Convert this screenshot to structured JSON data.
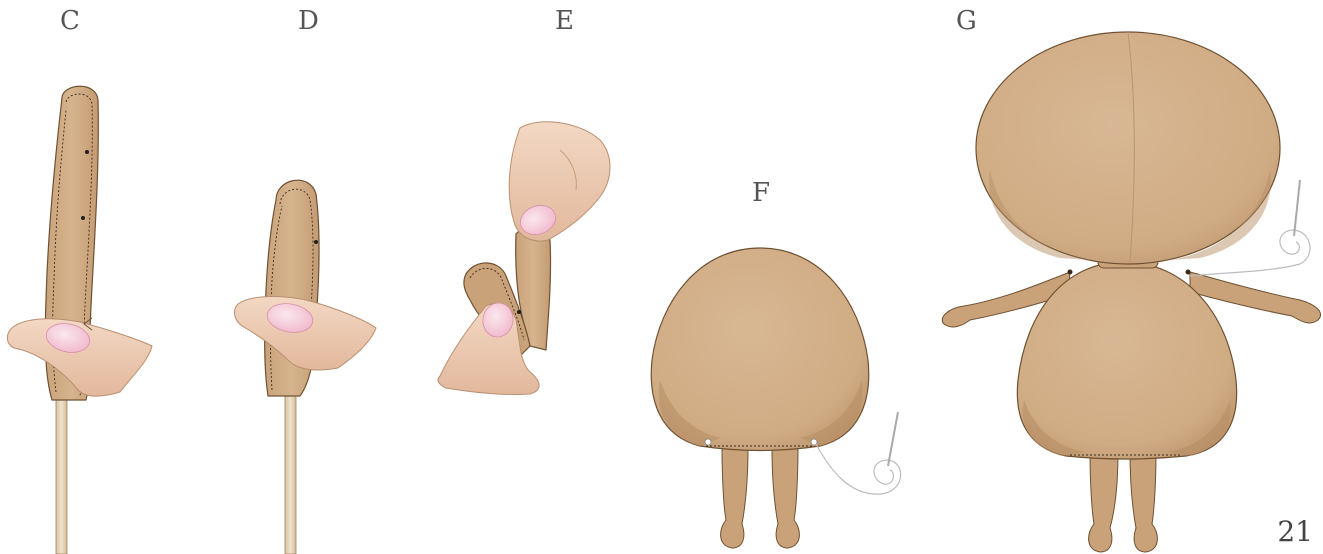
{
  "steps": {
    "c": "C",
    "d": "D",
    "e": "E",
    "f": "F",
    "g": "G"
  },
  "page_number": "21",
  "colors": {
    "fabric": "#d2ae86",
    "fabric_shadow": "#b88f66",
    "fabric_light": "#dfc09c",
    "outline": "#6f5133",
    "skin": "#efcfb8",
    "skin_shadow": "#d9ae92",
    "nail": "#f4c6d6",
    "nail_tip": "#fbe8ee",
    "stick": "#ead8bd",
    "stick_outline": "#9c8466",
    "thread": "#bdbdbd",
    "needle": "#a9a9a9"
  }
}
